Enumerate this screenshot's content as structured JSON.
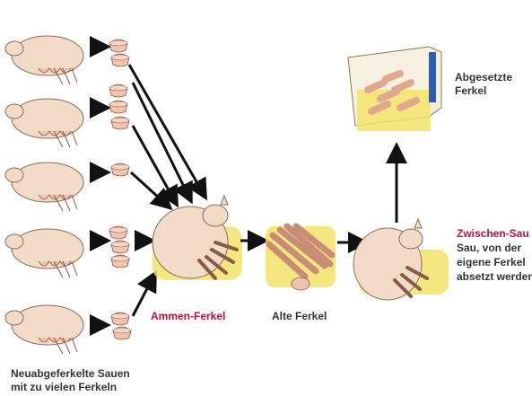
{
  "labels": {
    "new_sows_line1": "Neuabgeferkelte Sauen",
    "new_sows_line2": "mit zu vielen Ferkeln",
    "nurse_piglets": "Ammen-Ferkel",
    "older_piglets": "Alte Ferkel",
    "intermediate_sow_title": "Zwischen-Sau",
    "intermediate_sow_line1": "Sau, von der",
    "intermediate_sow_line2": "eigene Ferkel",
    "intermediate_sow_line3": "absetzt werden",
    "weaned_line1": "Abgesetzte",
    "weaned_line2": "Ferkel"
  },
  "colors": {
    "accent": "#b0143c",
    "text": "#333333",
    "straw": "#f3e36a",
    "arrow": "#111111"
  }
}
